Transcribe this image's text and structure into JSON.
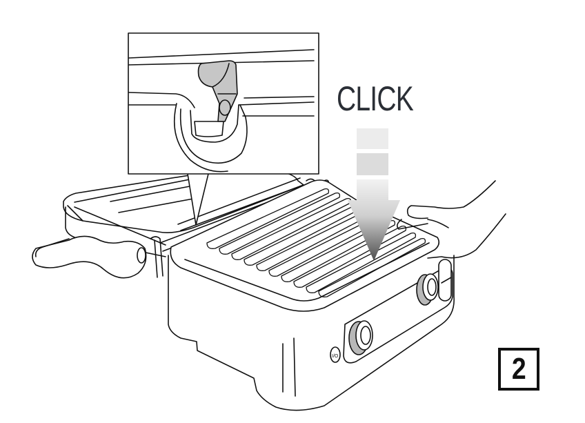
{
  "figure": {
    "description": "Instruction illustration: contact grill with lid open; hand pressing the lower grill plate down until it clicks into place; inset shows latch detail",
    "action_label": "CLICK",
    "step_number": "2",
    "colors": {
      "line": "#111111",
      "latch_fill": "#c6c6c6",
      "knob_fill": "#b8b8b8",
      "arrow_top": "#eeeeee",
      "arrow_bottom": "#5a5a5a",
      "text": "#2b2f36"
    },
    "parts": {
      "inset": "latch-detail-inset",
      "arrow": "press-down-arrow",
      "hand": "hand",
      "grill_plate": "lower-grill-plate",
      "lid": "open-lid",
      "handle": "lid-handle",
      "control_panel": "control-knobs",
      "power_button": "power-button"
    }
  }
}
